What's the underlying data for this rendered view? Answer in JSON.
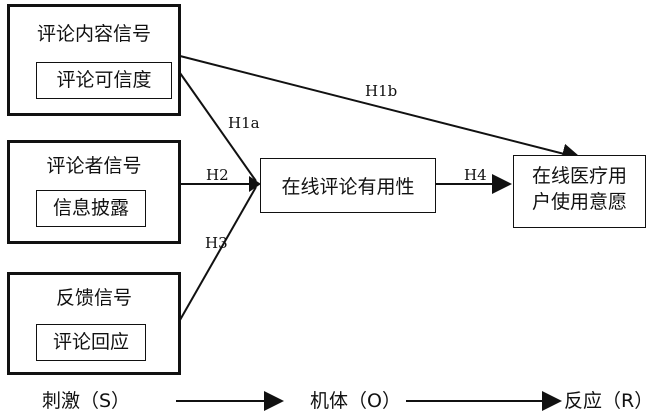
{
  "diagram": {
    "left_groups": [
      {
        "title": "评论内容信号",
        "item": "评论可信度"
      },
      {
        "title": "评论者信号",
        "item": "信息披露"
      },
      {
        "title": "反馈信号",
        "item": "评论回应"
      }
    ],
    "center_box": "在线评论有用性",
    "right_box": {
      "line1": "在线医疗用",
      "line2": "户使用意愿"
    },
    "edge_labels": {
      "h1a": "H1a",
      "h1b": "H1b",
      "h2": "H2",
      "h3": "H3",
      "h4": "H4"
    },
    "bottom_labels": {
      "stimulus": "刺激（S）",
      "organism": "机体（O）",
      "response": "反应（R）"
    }
  }
}
